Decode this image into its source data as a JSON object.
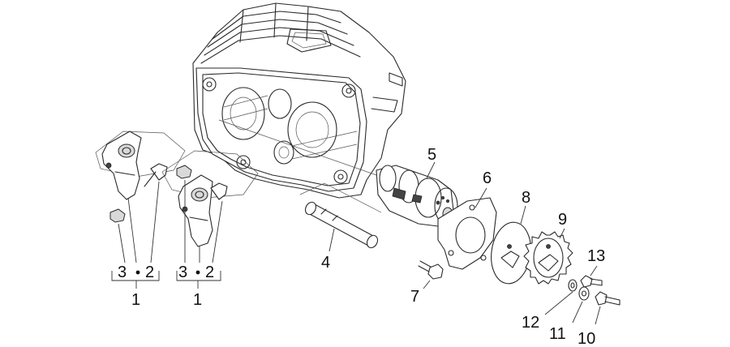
{
  "callouts": {
    "c1a": "1",
    "c1b": "1",
    "c2a": "2",
    "c2b": "2",
    "c3a": "3",
    "c3b": "3",
    "c4": "4",
    "c5": "5",
    "c6": "6",
    "c7": "7",
    "c8": "8",
    "c9": "9",
    "c10": "10",
    "c11": "11",
    "c12": "12",
    "c13": "13"
  }
}
